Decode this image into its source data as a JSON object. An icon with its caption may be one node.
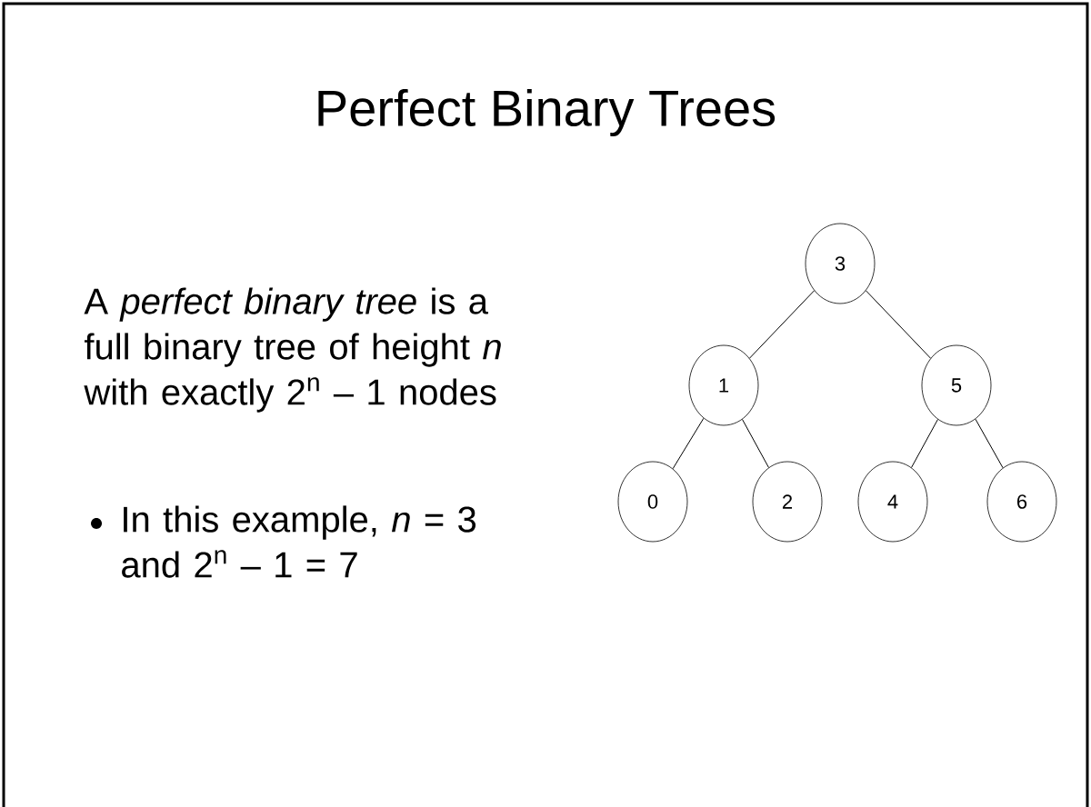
{
  "diagram": {
    "title": "Perfect Binary Trees",
    "nodes": [
      {
        "text": [
          "3"
        ]
      },
      {
        "text": [
          "1"
        ]
      },
      {
        "text": [
          "5"
        ]
      },
      {
        "text": [
          "0"
        ]
      },
      {
        "text": [
          "2"
        ]
      },
      {
        "text": [
          "4"
        ]
      },
      {
        "text": [
          "6"
        ]
      }
    ],
    "edges": [
      {
        "from": 0,
        "to": 1,
        "arrow": "none"
      },
      {
        "from": 0,
        "to": 2,
        "arrow": "none"
      },
      {
        "from": 1,
        "to": 3,
        "arrow": "none"
      },
      {
        "from": 1,
        "to": 4,
        "arrow": "none"
      },
      {
        "from": 2,
        "to": 5,
        "arrow": "none"
      },
      {
        "from": 2,
        "to": 6,
        "arrow": "none"
      }
    ],
    "labels": [
      "A *perfect binary tree* is a full binary tree of height *n* with exactly 2$^{n}$ – 1 nodes",
      "In this example, *n* = 3 and 2$^{n}$ – 1 = 7"
    ]
  }
}
